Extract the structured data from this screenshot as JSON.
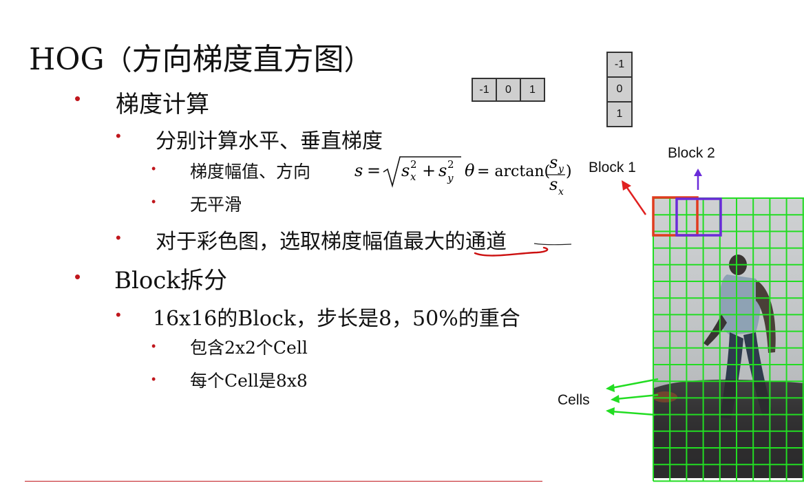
{
  "title": {
    "main": "HOG",
    "paren_open": "（",
    "zh": "方向梯度直方图",
    "paren_close": "）"
  },
  "bullet_symbol": "•",
  "bullets": {
    "gradient": "梯度计算",
    "horiz_vert": "分别计算水平、垂直梯度",
    "mag_dir": "梯度幅值、方向",
    "no_smooth": "无平滑",
    "color": "对于彩色图，选取梯度幅值最大的通道",
    "block_split": "Block拆分",
    "block_size": "16x16的Block，步长是8，50%的重合",
    "cells_per_block": "包含2x2个Cell",
    "cell_size": "每个Cell是8x8"
  },
  "kernels": {
    "horizontal": [
      "-1",
      "0",
      "1"
    ],
    "vertical": [
      "-1",
      "0",
      "1"
    ]
  },
  "formula": {
    "s": "s",
    "eq": "=",
    "sx": "s",
    "sub_x": "x",
    "sq": "2",
    "plus": "+",
    "sy": "s",
    "sub_y": "y",
    "theta": "θ",
    "arctan": "= arctan(",
    "num": "s",
    "num_sub": "y",
    "den": "s",
    "den_sub": "x",
    "close": ")"
  },
  "figure": {
    "block1_label": "Block 1",
    "block2_label": "Block 2",
    "cells_label": "Cells",
    "colors": {
      "grid": "#22dd22",
      "block1": "#e03b1e",
      "block2": "#6a2bd9",
      "arrow_red": "#e02020",
      "arrow_purple": "#6a2bd9",
      "arrow_green": "#22dd22"
    }
  },
  "colors": {
    "bullet": "#c0161c",
    "underline_red": "#cc1010",
    "rule": "#c0161c"
  }
}
